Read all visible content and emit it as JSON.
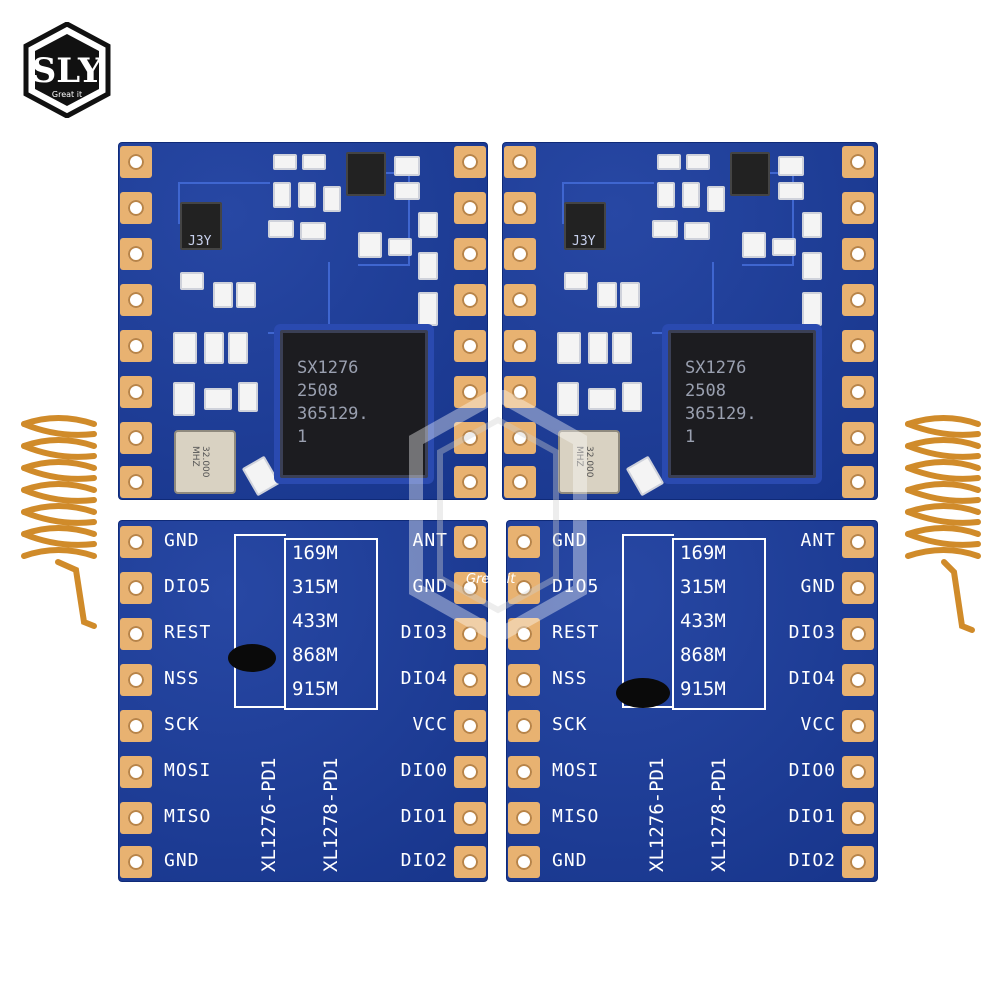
{
  "logo": {
    "letters": "SLY",
    "tagline": "Great it"
  },
  "watermark": {
    "tagline": "Great it"
  },
  "chip": {
    "lines": [
      "SX1276",
      "2508",
      "365129.",
      "1"
    ]
  },
  "crystal": {
    "label": "32.000 MHZ"
  },
  "regulator_label": "J3Y",
  "pins_left": [
    "GND",
    "DIO5",
    "REST",
    "NSS",
    "SCK",
    "MOSI",
    "MISO",
    "GND"
  ],
  "pins_right": [
    "ANT",
    "GND",
    "DIO3",
    "DIO4",
    "VCC",
    "DIO0",
    "DIO1",
    "DIO2"
  ],
  "frequencies": [
    "169M",
    "315M",
    "433M",
    "868M",
    "915M"
  ],
  "part_numbers": [
    "XL1276-PD1",
    "XL1278-PD1"
  ],
  "colors": {
    "pcb": "#1a3c9e",
    "pad": "#e8b271",
    "silkscreen": "#ffffff",
    "coil": "#d08b2a"
  }
}
